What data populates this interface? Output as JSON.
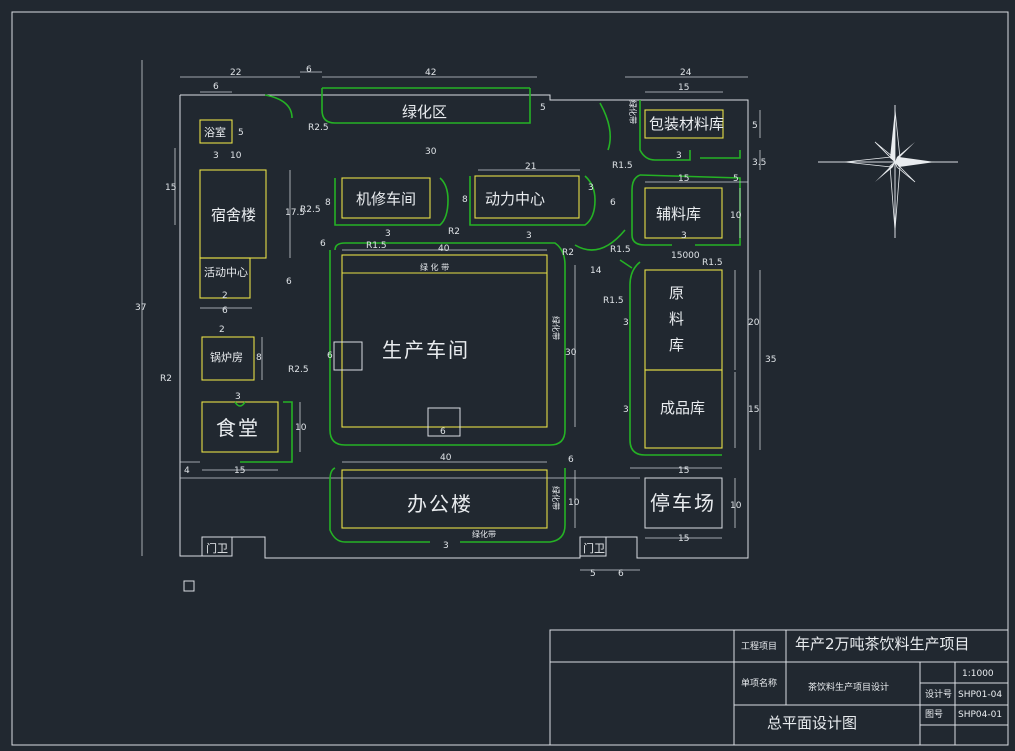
{
  "buildings": {
    "greenbelt_top": "绿化区",
    "bathroom": "浴室",
    "dormitory": "宿舍楼",
    "activity_center": "活动中心",
    "boiler_room": "锅炉房",
    "canteen": "食堂",
    "repair_workshop": "机修车间",
    "power_center": "动力中心",
    "packaging_store": "包装材料库",
    "aux_store": "辅料库",
    "production_workshop": "生产车间",
    "raw_store_1": "原",
    "raw_store_2": "料",
    "raw_store_3": "库",
    "product_store": "成品库",
    "office": "办公楼",
    "parking": "停车场",
    "gate_left": "门卫",
    "gate_right": "门卫",
    "green_strip_prod": "绿 化 带",
    "green_strip_side_prod": "绿化带",
    "green_strip_side_office": "绿化带",
    "green_strip_office": "绿化带",
    "green_strip_pack": "绿化带"
  },
  "dimensions": {
    "top_22": "22",
    "top_6": "6",
    "top_42": "42",
    "top_24": "24",
    "top_15_pack": "15",
    "d_6_bath": "6",
    "d_5_bath": "5",
    "d_5_green": "5",
    "d_5_pack": "5",
    "d_3_pack": "3",
    "d_35_pack": "3.5",
    "d_15_dorm": "15",
    "d_3_dorm": "3",
    "d_10_dorm": "10",
    "d_175": "17.5",
    "d_6_act": "6",
    "d_2_act": "2",
    "d_6_act_b": "6",
    "d_37": "37",
    "d_2_boil": "2",
    "d_8_boil": "8",
    "d_r2": "R2",
    "d_r25": "R2.5",
    "d_3_can": "3",
    "d_10_can": "10",
    "d_4": "4",
    "d_15_can": "15",
    "d_30_vert": "30",
    "d_r25_g": "R2.5",
    "d_8_rep": "8",
    "d_r25_rep": "R2.5",
    "d_3_rep": "3",
    "d_r15_rep": "R1.5",
    "d_6_rep": "6",
    "d_21": "21",
    "d_8_pow": "8",
    "d_3_pow": "3",
    "d_3_pow_b": "3",
    "d_r2_pow": "R2",
    "d_6_pow": "6",
    "d_r15_pack": "R1.5",
    "d_15_aux": "15",
    "d_5_aux": "5",
    "d_10_aux": "10",
    "d_3_aux": "3",
    "d_r15_aux": "R1.5",
    "d_15000": "15000",
    "d_r15_aux2": "R1.5",
    "d_40_prod": "40",
    "d_r2_prod": "R2",
    "d_14": "14",
    "d_r15_raw": "R1.5",
    "d_6_prod": "6",
    "d_30_prod": "30",
    "d_6_prod_b": "6",
    "d_3_raw": "3",
    "d_20": "20",
    "d_35": "35",
    "d_3_raw_b": "3",
    "d_15_raw": "15",
    "d_15_raw_b": "15",
    "d_40_off": "40",
    "d_6_off": "6",
    "d_10_off": "10",
    "d_3_off": "3",
    "d_10_park": "10",
    "d_15_park": "15",
    "d_5_gate": "5",
    "d_6_gate": "6"
  },
  "title_block": {
    "project_label": "工程项目",
    "project_value": "年产2万吨茶饮料生产项目",
    "item_label": "单项名称",
    "item_value": "茶饮料生产项目设计",
    "scale": "1:1000",
    "designer_label": "设计号",
    "designer_value": "SHP01-04",
    "drawing_label": "图号",
    "drawing_value": "SHP04-01",
    "drawing_title": "总平面设计图"
  }
}
